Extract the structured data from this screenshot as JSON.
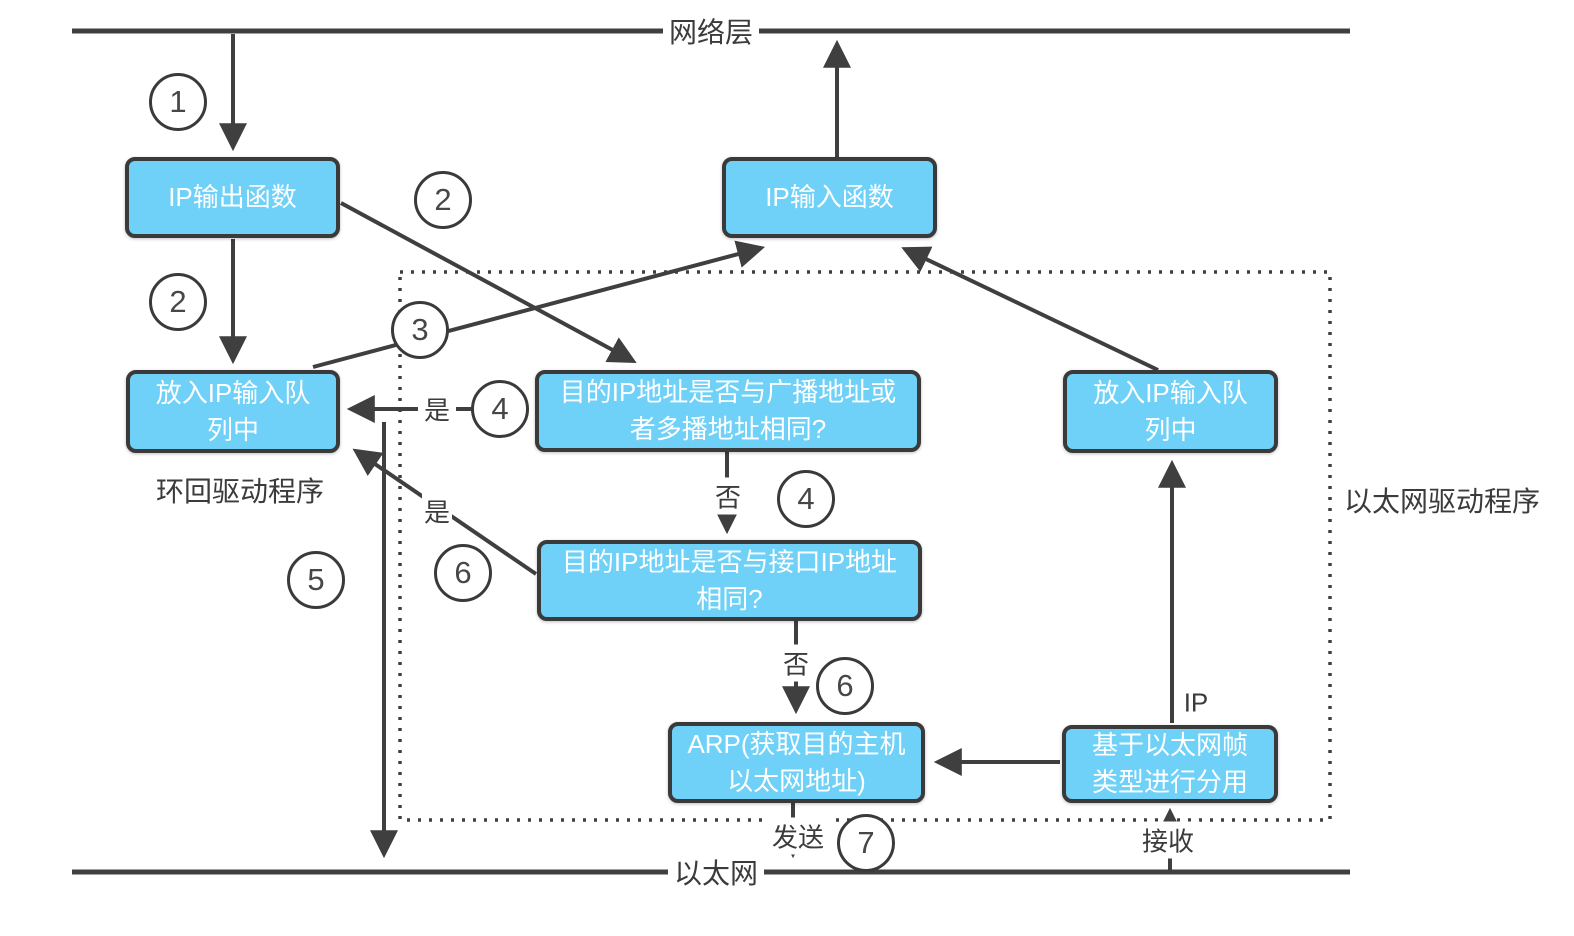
{
  "diagram": {
    "top_layer_label": "网络层",
    "bottom_layer_label": "以太网",
    "loopback_driver_label": "环回驱动程序",
    "ethernet_driver_label": "以太网驱动程序",
    "boxes": {
      "ip_output": "IP输出函数",
      "ip_input": "IP输入函数",
      "queue_left": "放入IP输入队\n列中",
      "queue_right": "放入IP输入队\n列中",
      "q_broadcast": "目的IP地址是否与广播地址或\n者多播地址相同?",
      "q_interface": "目的IP地址是否与接口IP地址\n相同?",
      "arp": "ARP(获取目的主机\n以太网地址)",
      "demux": "基于以太网帧\n类型进行分用"
    },
    "step_circles": [
      "1",
      "2",
      "2",
      "3",
      "4",
      "4",
      "5",
      "6",
      "6",
      "7"
    ],
    "edge_labels": {
      "yes_broadcast": "是",
      "yes_interface": "是",
      "no_broadcast": "否",
      "no_interface": "否",
      "send": "发送",
      "receive": "接收",
      "ip": "IP"
    },
    "colors": {
      "box_fill": "#6fd1f7",
      "box_border": "#3a3a3a",
      "box_text": "#ffffff",
      "line": "#3f3f3f",
      "label_text": "#3b3b3b"
    }
  }
}
